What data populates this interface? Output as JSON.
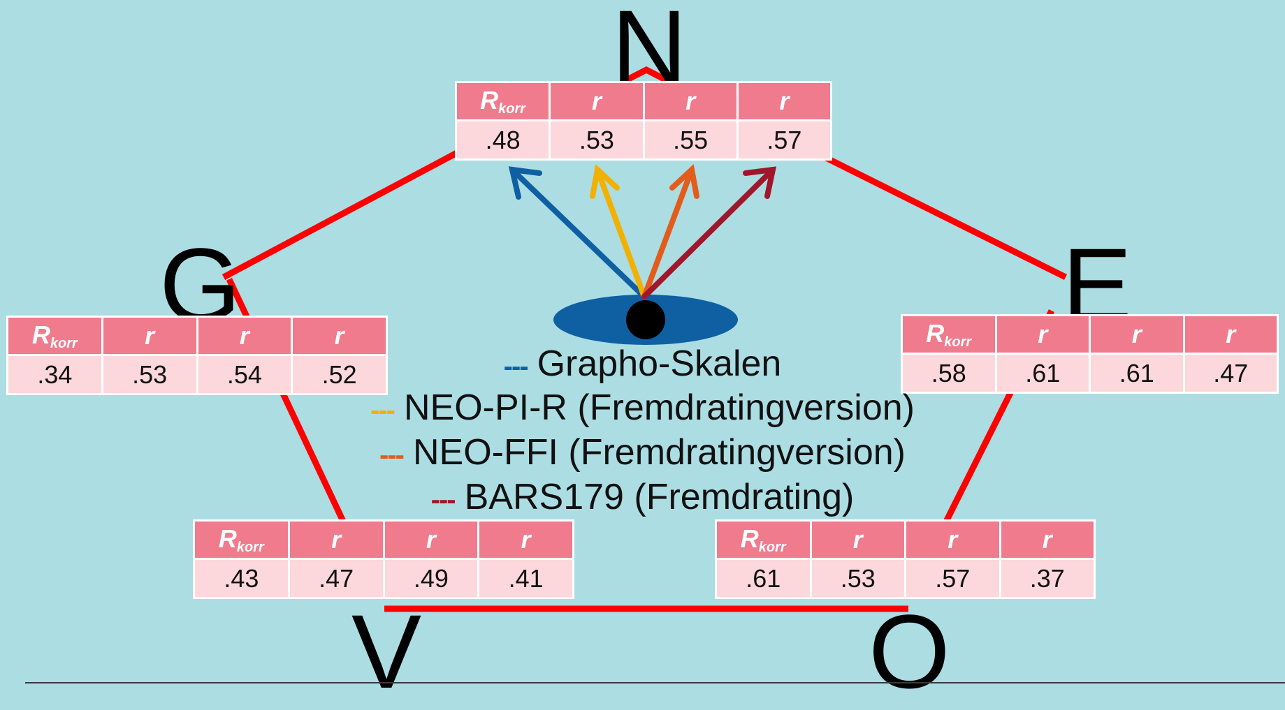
{
  "nodes": {
    "N": {
      "label": "N",
      "values": [
        ".48",
        ".53",
        ".55",
        ".57"
      ]
    },
    "G": {
      "label": "G",
      "values": [
        ".34",
        ".53",
        ".54",
        ".52"
      ]
    },
    "E": {
      "label": "E",
      "values": [
        ".58",
        ".61",
        ".61",
        ".47"
      ]
    },
    "V": {
      "label": "V",
      "values": [
        ".43",
        ".47",
        ".49",
        ".41"
      ]
    },
    "O": {
      "label": "O",
      "values": [
        ".61",
        ".53",
        ".57",
        ".37"
      ]
    }
  },
  "headers": {
    "rkorr_main": "R",
    "rkorr_sub": "korr",
    "r": "r"
  },
  "legend": [
    {
      "dash": "---",
      "label": "Grapho-Skalen",
      "color": "#0f5fa3"
    },
    {
      "dash": "---",
      "label": "NEO-PI-R (Fremdratingversion)",
      "color": "#f2b000"
    },
    {
      "dash": "---",
      "label": "NEO-FFI (Fremdratingversion)",
      "color": "#e25c1b"
    },
    {
      "dash": "---",
      "label": "BARS179 (Fremdrating)",
      "color": "#a0162b"
    }
  ],
  "colors": {
    "background": "#acdde3",
    "pentagon": "#ff0000",
    "eye": "#0f5fa3",
    "pupil": "#000000",
    "header_fill": "#f07b8d",
    "value_fill": "#fcd7dc"
  }
}
